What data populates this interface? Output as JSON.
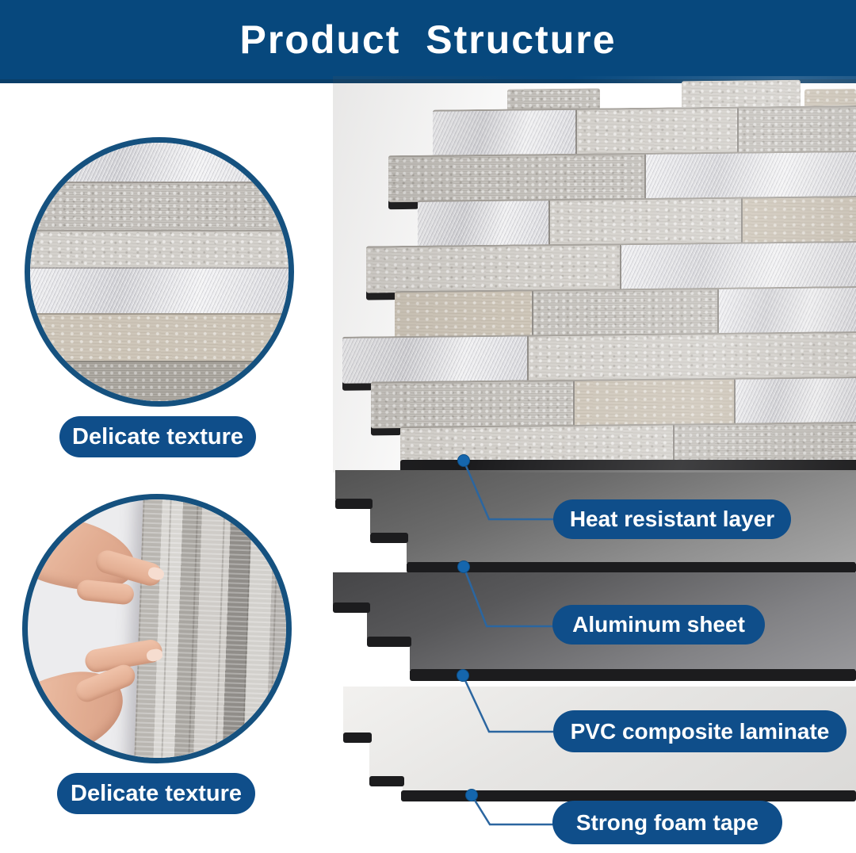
{
  "header": {
    "title": "Product Structure"
  },
  "left_panels": {
    "texture_close_up": {
      "caption": "Delicate texture"
    },
    "texture_hands": {
      "caption": "Delicate texture"
    }
  },
  "structure": {
    "labels": [
      {
        "label": "Heat resistant layer"
      },
      {
        "label": "Aluminum sheet"
      },
      {
        "label": "PVC composite laminate"
      },
      {
        "label": "Strong foam tape"
      }
    ]
  },
  "colors": {
    "header_bg": "#07487D",
    "header_border": "#0A3E68",
    "badge_bg": "#0F4E8A",
    "circle_ring": "#15517F",
    "connector_line": "#2B66A0",
    "connector_dot": "#1566AD",
    "layer_edge_black": "#1C1C1E"
  }
}
